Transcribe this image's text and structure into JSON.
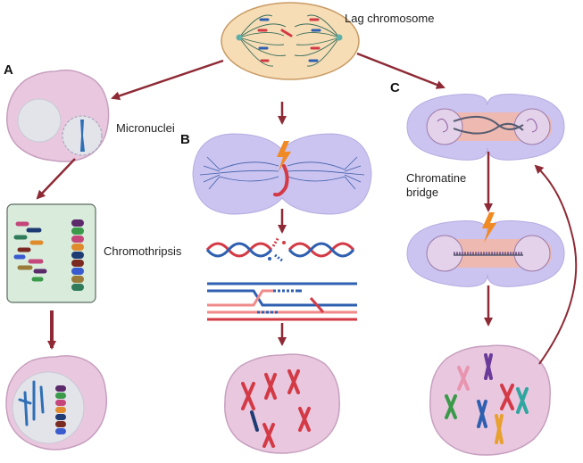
{
  "title": "Lag chromosome",
  "panels": [
    "A",
    "B",
    "C"
  ],
  "labels": {
    "micronuclei": "Micronuclei",
    "chromothripsis": "Chromothripsis",
    "chromatine_line1": "Chromatine",
    "chromatine_line2": "bridge"
  },
  "colors": {
    "arrow": "#8e2a35",
    "cell_fill": "#e9c8df",
    "cell_stroke": "#c79fbf",
    "mitotic_cell": "#f6ddb6",
    "mitotic_stroke": "#c99a63",
    "dividing_cell": "#cbc3f0",
    "bridge_glow": "#f3b7a6",
    "nucleus": "#e3e3ea",
    "chromothripsis_box": "#d9ecdc",
    "dna_red": "#d33a45",
    "dna_blue": "#2e5fb0",
    "break_bolt": "#f08a24"
  },
  "icons": [
    "lightning-bolt-icon",
    "lightning-bolt-icon"
  ]
}
